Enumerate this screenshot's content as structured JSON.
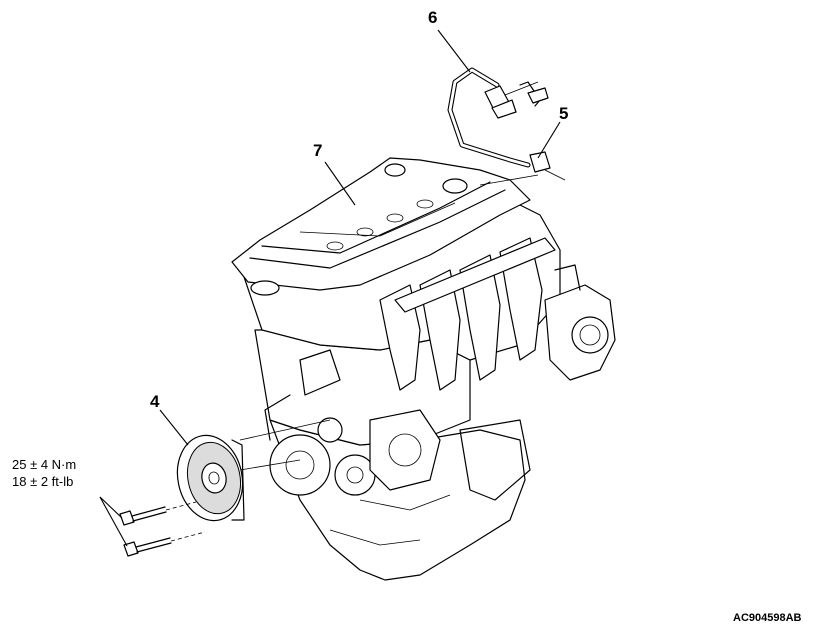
{
  "diagram": {
    "callouts": {
      "c4": "4",
      "c5": "5",
      "c6": "6",
      "c7": "7"
    },
    "torque_spec": {
      "metric": "25 ± 4 N·m",
      "imperial": "18 ± 2 ft-lb"
    },
    "figure_id": "AC904598AB"
  }
}
